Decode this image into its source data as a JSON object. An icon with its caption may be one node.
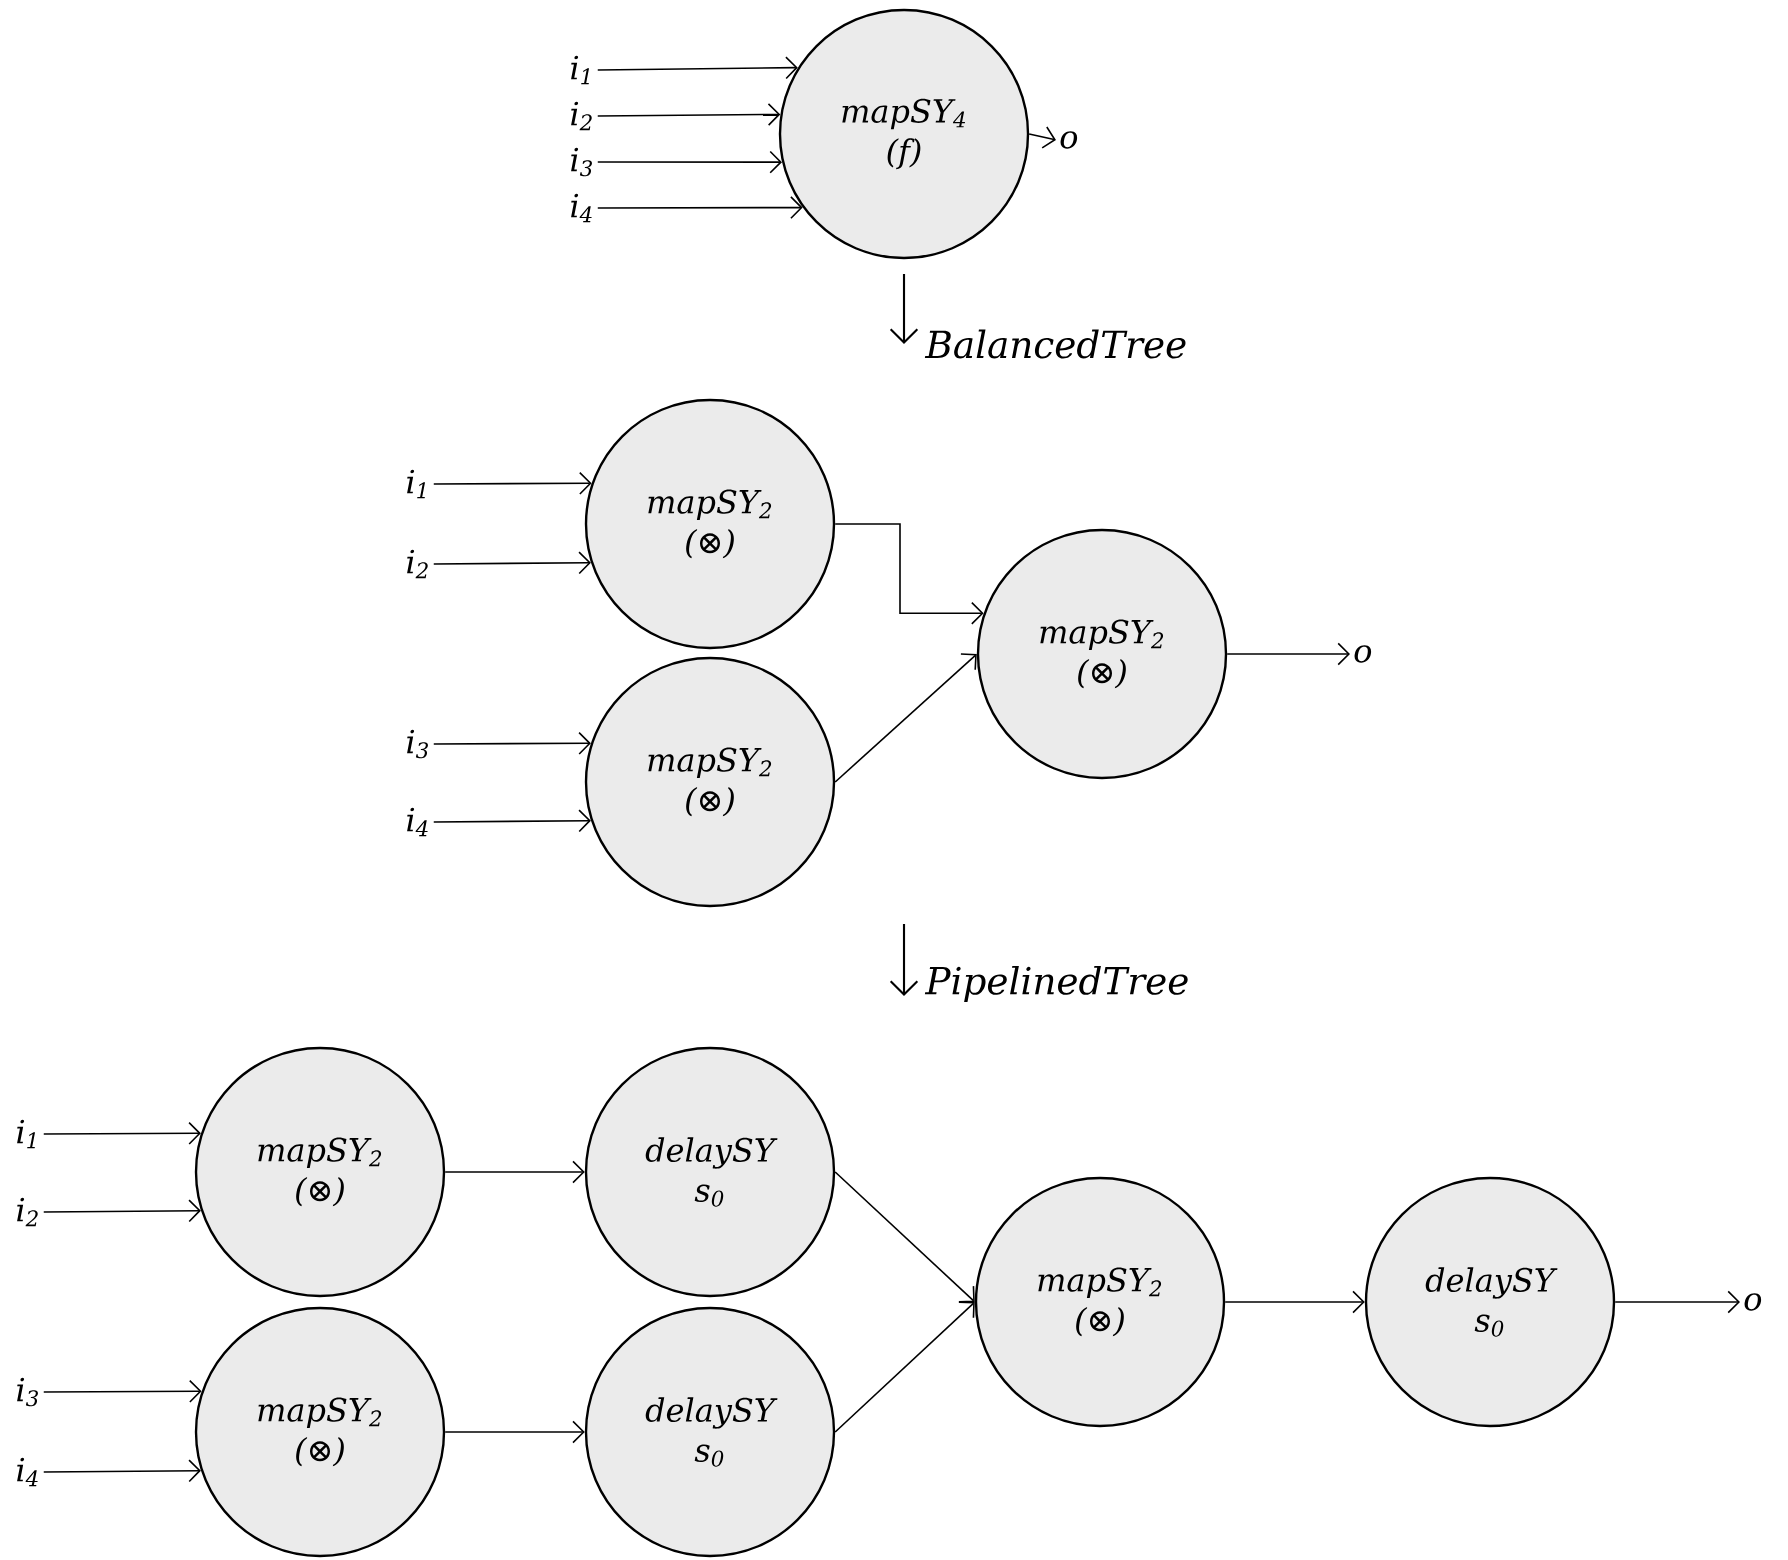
{
  "diagram": {
    "nodes": [
      {
        "text": [
          "i$_{1}$"
        ]
      },
      {
        "text": [
          "i$_{2}$"
        ]
      },
      {
        "text": [
          "i$_{3}$"
        ]
      },
      {
        "text": [
          "i$_{4}$"
        ]
      },
      {
        "text": [
          "mapSY$_{4}$",
          "(f)"
        ]
      },
      {
        "text": [
          "o"
        ]
      },
      {
        "text": [
          "i$_{1}$"
        ]
      },
      {
        "text": [
          "i$_{2}$"
        ]
      },
      {
        "text": [
          "i$_{3}$"
        ]
      },
      {
        "text": [
          "i$_{4}$"
        ]
      },
      {
        "text": [
          "mapSY$_{2}$",
          "(⊗)"
        ]
      },
      {
        "text": [
          "mapSY$_{2}$",
          "(⊗)"
        ]
      },
      {
        "text": [
          "mapSY$_{2}$",
          "(⊗)"
        ]
      },
      {
        "text": [
          "o"
        ]
      },
      {
        "text": [
          "i$_{1}$"
        ]
      },
      {
        "text": [
          "i$_{2}$"
        ]
      },
      {
        "text": [
          "i$_{3}$"
        ]
      },
      {
        "text": [
          "i$_{4}$"
        ]
      },
      {
        "text": [
          "mapSY$_{2}$",
          "(⊗)"
        ]
      },
      {
        "text": [
          "mapSY$_{2}$",
          "(⊗)"
        ]
      },
      {
        "text": [
          "delaySY",
          "s$_{0}$"
        ]
      },
      {
        "text": [
          "delaySY",
          "s$_{0}$"
        ]
      },
      {
        "text": [
          "mapSY$_{2}$",
          "(⊗)"
        ]
      },
      {
        "text": [
          "delaySY",
          "s$_{0}$"
        ]
      },
      {
        "text": [
          "o"
        ]
      }
    ],
    "edges": [
      {
        "from": 0,
        "to": 4,
        "arrow": "to"
      },
      {
        "from": 1,
        "to": 4,
        "arrow": "to"
      },
      {
        "from": 2,
        "to": 4,
        "arrow": "to"
      },
      {
        "from": 3,
        "to": 4,
        "arrow": "to"
      },
      {
        "from": 4,
        "to": 5,
        "arrow": "to"
      },
      {
        "from": 6,
        "to": 10,
        "arrow": "to"
      },
      {
        "from": 7,
        "to": 10,
        "arrow": "to"
      },
      {
        "from": 8,
        "to": 11,
        "arrow": "to"
      },
      {
        "from": 9,
        "to": 11,
        "arrow": "to"
      },
      {
        "from": 10,
        "to": 12,
        "arrow": "to"
      },
      {
        "from": 11,
        "to": 12,
        "arrow": "to"
      },
      {
        "from": 12,
        "to": 13,
        "arrow": "to"
      },
      {
        "from": 14,
        "to": 18,
        "arrow": "to"
      },
      {
        "from": 15,
        "to": 18,
        "arrow": "to"
      },
      {
        "from": 16,
        "to": 19,
        "arrow": "to"
      },
      {
        "from": 17,
        "to": 19,
        "arrow": "to"
      },
      {
        "from": 18,
        "to": 20,
        "arrow": "to"
      },
      {
        "from": 19,
        "to": 21,
        "arrow": "to"
      },
      {
        "from": 20,
        "to": 22,
        "arrow": "to"
      },
      {
        "from": 21,
        "to": 22,
        "arrow": "to"
      },
      {
        "from": 22,
        "to": 23,
        "arrow": "to"
      },
      {
        "from": 23,
        "to": 24,
        "arrow": "to"
      }
    ],
    "labels": [
      "BalancedTree",
      "PipelinedTree"
    ]
  }
}
